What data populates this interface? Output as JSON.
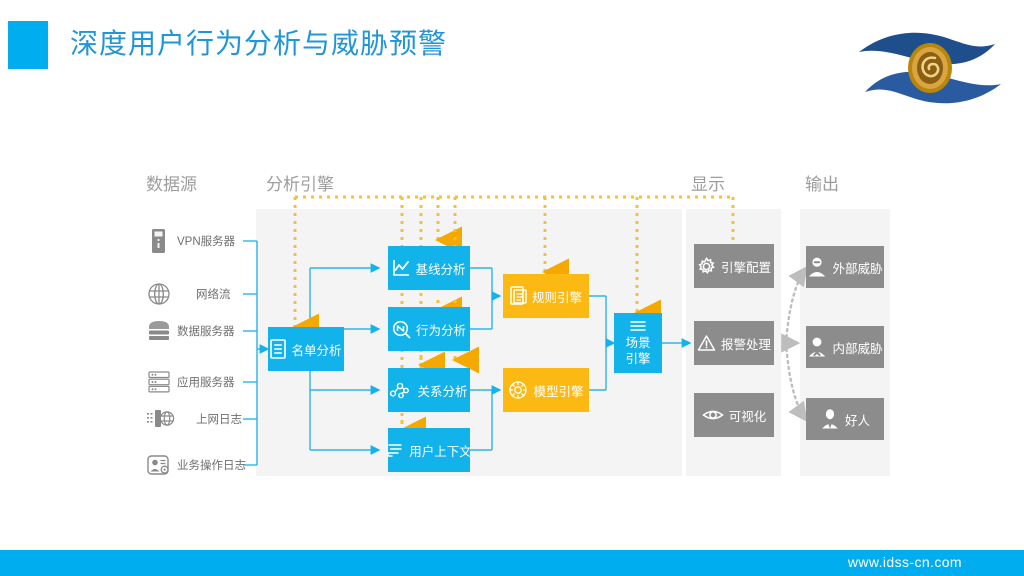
{
  "header": {
    "title": "深度用户行为分析与威胁预警",
    "accent_color": "#00AEEF",
    "title_color": "#2196d6",
    "logo_name": "idss-eye-logo"
  },
  "footer": {
    "url": "www.idss-cn.com",
    "bar_color": "#00AEEF"
  },
  "columns": [
    {
      "key": "datasource",
      "label": "数据源"
    },
    {
      "key": "engine",
      "label": "分析引擎"
    },
    {
      "key": "display",
      "label": "显示"
    },
    {
      "key": "output",
      "label": "输出"
    }
  ],
  "data_sources": [
    {
      "label": "VPN服务器",
      "icon": "tower-server-icon"
    },
    {
      "label": "网络流",
      "icon": "globe-network-icon"
    },
    {
      "label": "数据服务器",
      "icon": "database-stack-icon"
    },
    {
      "label": "应用服务器",
      "icon": "rack-server-icon"
    },
    {
      "label": "上网日志",
      "icon": "web-log-icon"
    },
    {
      "label": "业务操作日志",
      "icon": "user-operation-log-icon"
    }
  ],
  "engine": {
    "entry": {
      "label": "名单分析",
      "icon": "list-document-icon",
      "color": "#12b2ea"
    },
    "analysis": [
      {
        "label": "基线分析",
        "icon": "baseline-chart-icon",
        "color": "#12b2ea"
      },
      {
        "label": "行为分析",
        "icon": "behavior-search-icon",
        "color": "#12b2ea"
      },
      {
        "label": "关系分析",
        "icon": "relation-graph-icon",
        "color": "#12b2ea"
      },
      {
        "label": "用户上下文",
        "icon": "context-lines-icon",
        "color": "#12b2ea"
      }
    ],
    "engines": [
      {
        "label": "规则引擎",
        "icon": "rule-document-icon",
        "color": "#fcb913"
      },
      {
        "label": "模型引擎",
        "icon": "model-atom-icon",
        "color": "#fcb913"
      }
    ],
    "scene": {
      "label_line1": "场景",
      "label_line2": "引擎",
      "icon": "scene-lines-icon",
      "color": "#12b2ea"
    }
  },
  "display_items": [
    {
      "label": "引擎配置",
      "icon": "gear-icon",
      "color": "#8c8c8c"
    },
    {
      "label": "报警处理",
      "icon": "warning-triangle-icon",
      "color": "#8c8c8c"
    },
    {
      "label": "可视化",
      "icon": "eye-icon",
      "color": "#8c8c8c"
    }
  ],
  "output_items": [
    {
      "label": "外部威胁",
      "icon": "external-threat-user-icon",
      "color": "#8c8c8c"
    },
    {
      "label": "内部威胁",
      "icon": "internal-threat-user-icon",
      "color": "#8c8c8c"
    },
    {
      "label": "好人",
      "icon": "trusted-user-icon",
      "color": "#8c8c8c"
    }
  ],
  "colors": {
    "blue": "#12b2ea",
    "orange": "#fcb913",
    "gray": "#8c8c8c",
    "panel": "#f4f4f4",
    "dashed_gray": "#bdbdbd"
  }
}
